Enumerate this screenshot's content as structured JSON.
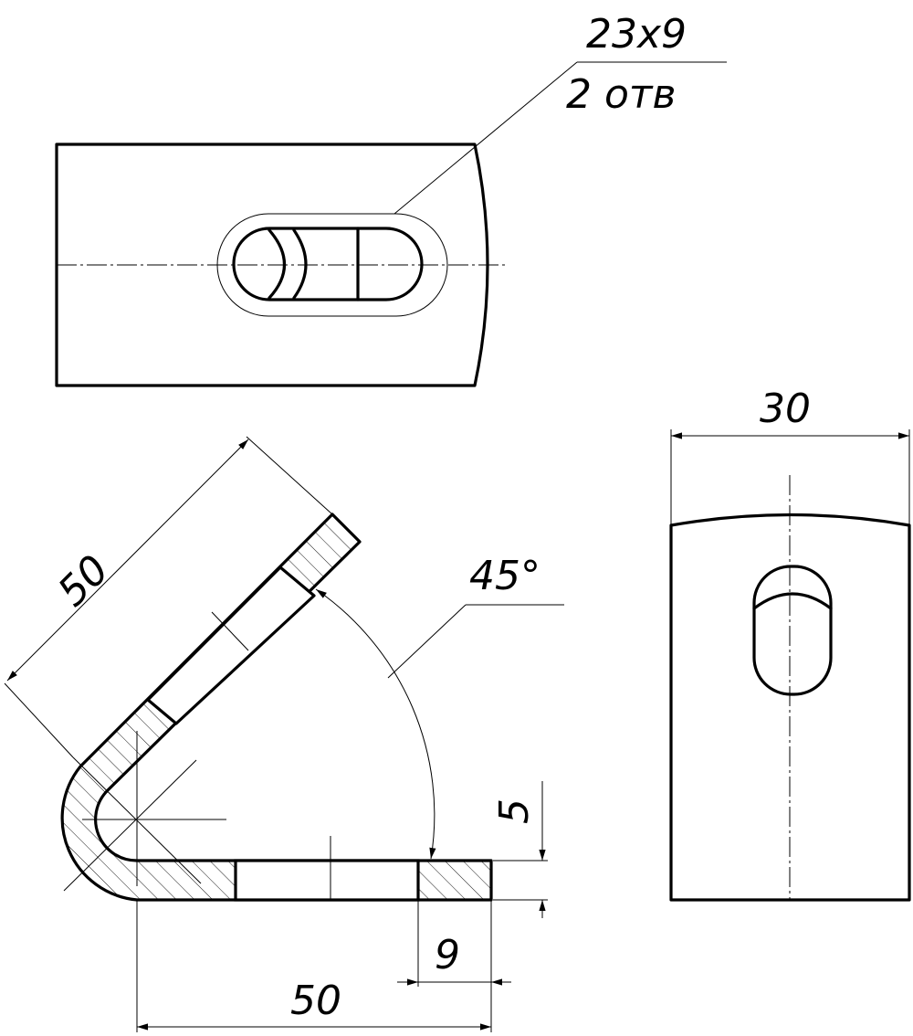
{
  "dimensions": {
    "slot_size": "23x9",
    "slot_count": "2 отв",
    "width_top": "30",
    "arm_length": "50",
    "angle": "45°",
    "thickness": "5",
    "edge_to_hole": "9",
    "base_length": "50"
  },
  "colors": {
    "line": "#000000",
    "background": "#ffffff"
  }
}
